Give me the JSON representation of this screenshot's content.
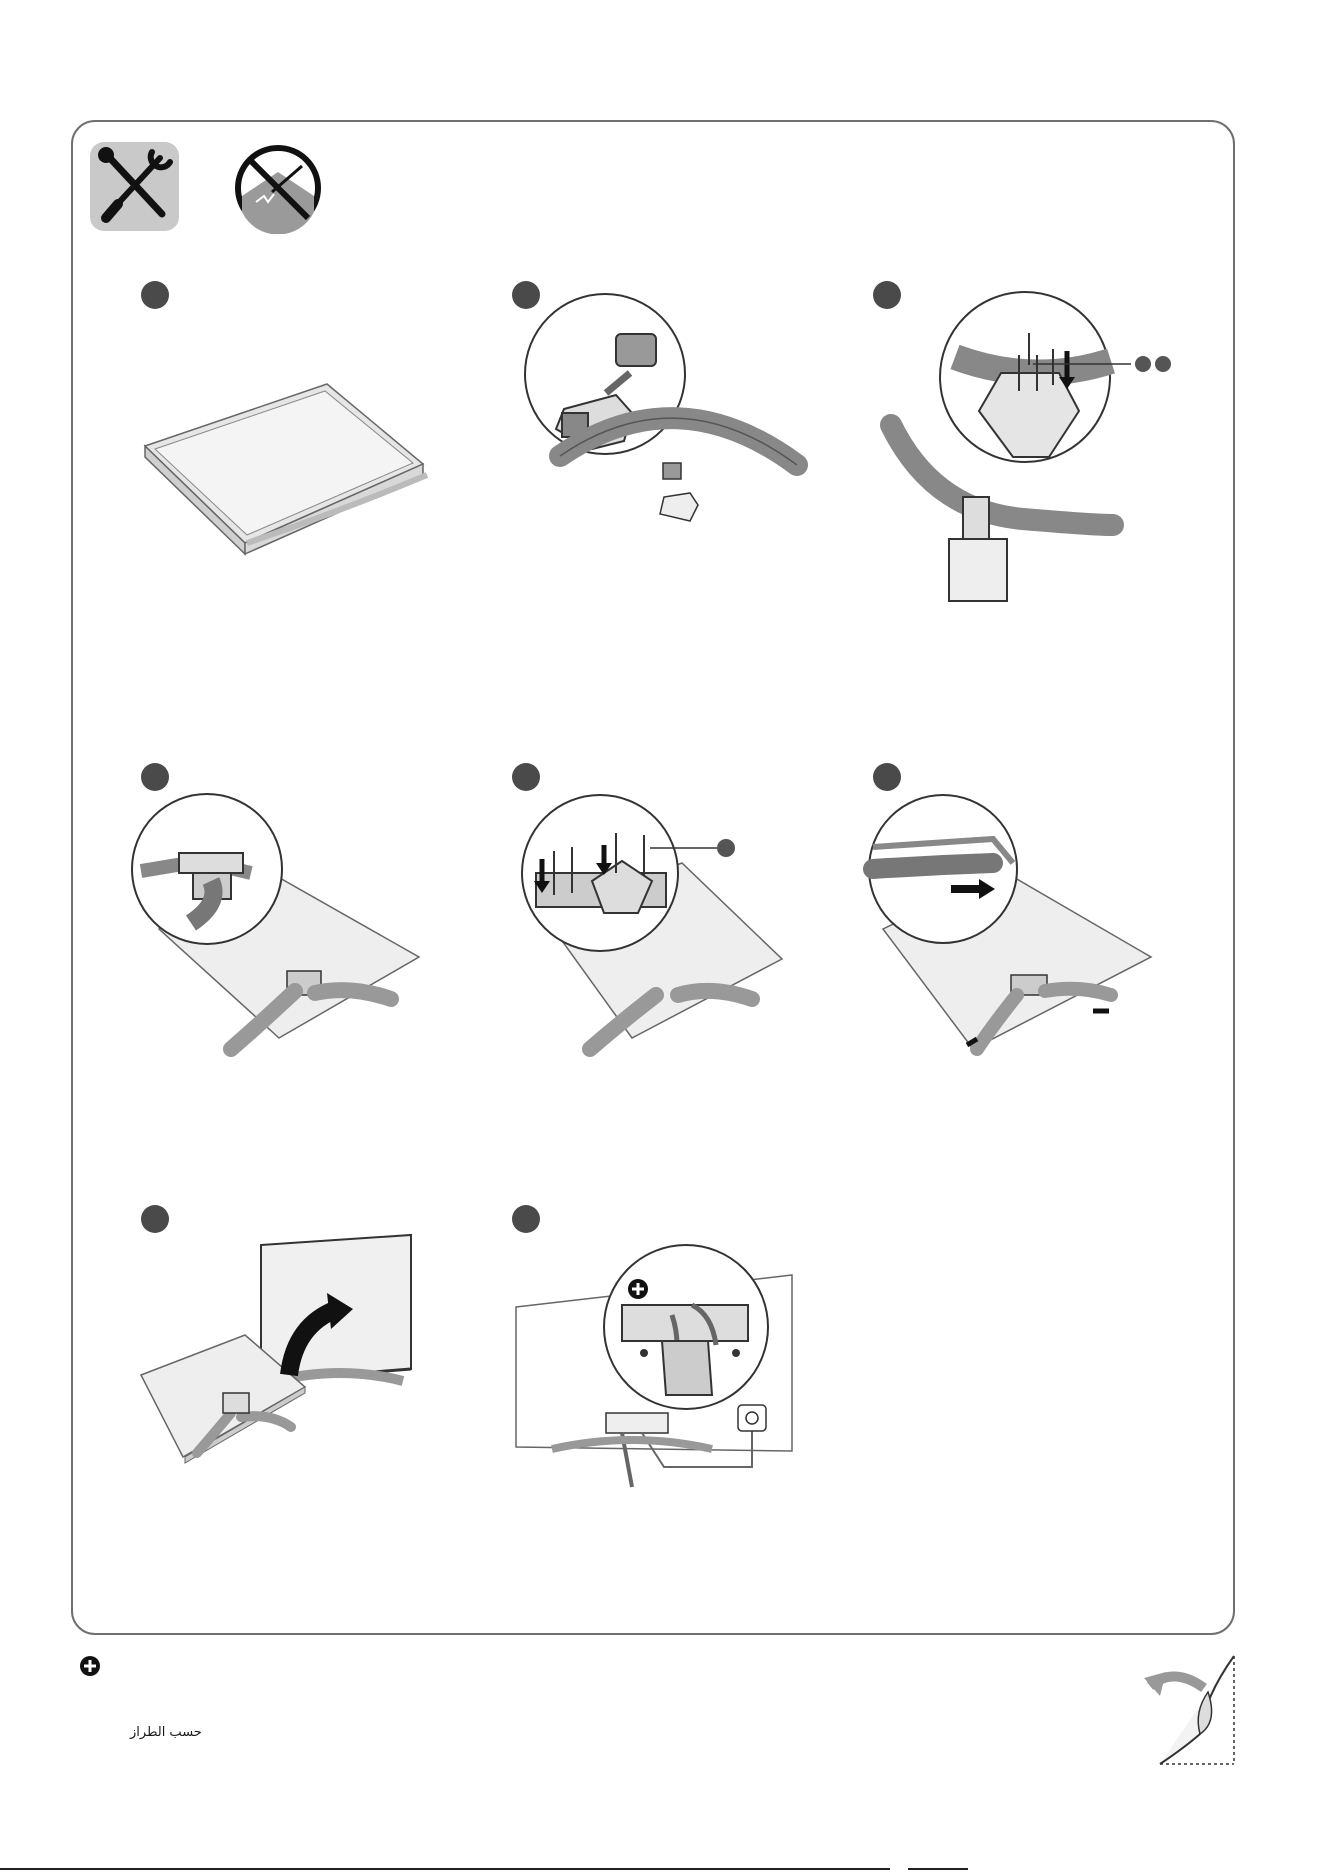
{
  "header": {
    "icons": [
      "tools-icon",
      "no-hard-surface-icon"
    ]
  },
  "steps": [
    {
      "id": "step-1",
      "icon": "tv-face-down-on-cushion-icon"
    },
    {
      "id": "step-2",
      "icon": "stand-cap-remove-icon"
    },
    {
      "id": "step-3",
      "icon": "stand-screw-attach-icon"
    },
    {
      "id": "step-4",
      "icon": "stand-bracket-insert-icon"
    },
    {
      "id": "step-5",
      "icon": "bracket-screws-icon"
    },
    {
      "id": "step-6",
      "icon": "stand-arms-slide-icon"
    },
    {
      "id": "step-7",
      "icon": "tv-lift-upright-icon"
    },
    {
      "id": "step-8",
      "icon": "cable-management-icon"
    }
  ],
  "footer": {
    "note": "حسب الطراز"
  },
  "colors": {
    "badge": "#4a4a4a",
    "frame": "#6f6f6f",
    "arm": "#9a9a9a",
    "icon-bg": "#c9c9c9"
  }
}
